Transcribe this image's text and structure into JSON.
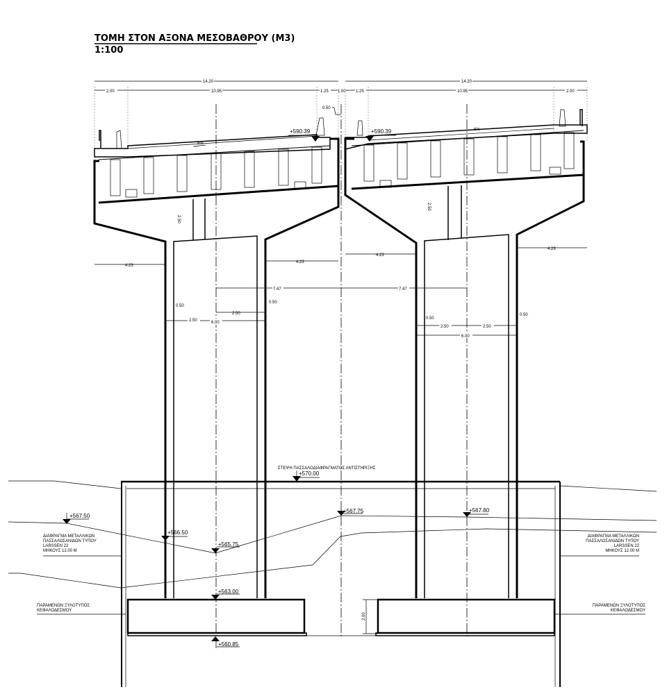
{
  "title": "ΤΟΜΗ ΣΤΟΝ ΑΞΟΝΑ ΜΕΣΟΒΑΘΡΟΥ (Μ3)",
  "scale": "1:100",
  "dimensions": {
    "deck_width_left": "14.20",
    "deck_width_right": "14.20",
    "left_cantilever": "2.00",
    "left_main": "10.95",
    "left_edge": "1.25",
    "gap": "1.00",
    "right_edge": "1.25",
    "right_main": "10.95",
    "right_cantilever": "2.00",
    "joint_offset": "0.50",
    "slope_left": "6%",
    "slope_right": "6%",
    "cap_depth_left": "2.50",
    "cap_depth_right": "2.50",
    "cap_overhang_1": "4.23",
    "cap_overhang_2": "4.23",
    "cap_overhang_3": "4.23",
    "cap_overhang_4": "4.23",
    "axis_left": "7.47",
    "axis_right": "7.47",
    "wall_left_1": "0.50",
    "wall_left_2": "0.50",
    "wall_right_1": "0.50",
    "wall_right_2": "0.50",
    "half_left_1": "2.50",
    "half_left_2": "2.50",
    "half_right_1": "2.50",
    "half_right_2": "2.50",
    "pier_width_left": "6.00",
    "pier_width_right": "6.00",
    "footing_depth": "2.00"
  },
  "levels": {
    "deck_left": "+590.39",
    "deck_right": "+590.39",
    "sheet_pile_top": "+570.00",
    "ground_left": "+567.50",
    "ground_mid": "+567.75",
    "ground_right": "+567.80",
    "excavation_1": "+566.50",
    "excavation_2": "+565.75",
    "footing_top": "+563.00",
    "footing_bottom": "+560.85"
  },
  "notes": {
    "sheet_pile_top_label": "ΣΤΕΨΗ ΠΑΣΣΑΛΟΔΙΑΦΡΑΓΜΑΤΟΣ ΑΝΤΙΣΤΗΡΙΞΗΣ",
    "sheet_pile_left": [
      "ΔΙΑΦΡΑΓΜΑ ΜΕΤΑΛΛΙΚΩΝ",
      "ΠΑΣΣΑΛΟΣΑΝΙΔΩΝ ΤΥΠΟΥ",
      "LARSSEN 22",
      "ΜΗΚΟΥΣ 12.00 Μ"
    ],
    "sheet_pile_right": [
      "ΔΙΑΦΡΑΓΜΑ ΜΕΤΑΛΛΙΚΩΝ",
      "ΠΑΣΣΑΛΟΣΑΝΙΔΩΝ ΤΥΠΟΥ",
      "LARSSEN 22",
      "ΜΗΚΟΥΣ 12.00 Μ"
    ],
    "formwork_left": [
      "ΠΑΡΑΜΕΝΩΝ ΞΥΛΟΤΥΠΟΣ",
      "ΚΕΦΑΛΟΔΕΣΜΟΥ"
    ],
    "formwork_right": [
      "ΠΑΡΑΜΕΝΩΝ ΞΥΛΟΤΥΠΟΣ",
      "ΚΕΦΑΛΟΔΕΣΜΟΥ"
    ]
  }
}
